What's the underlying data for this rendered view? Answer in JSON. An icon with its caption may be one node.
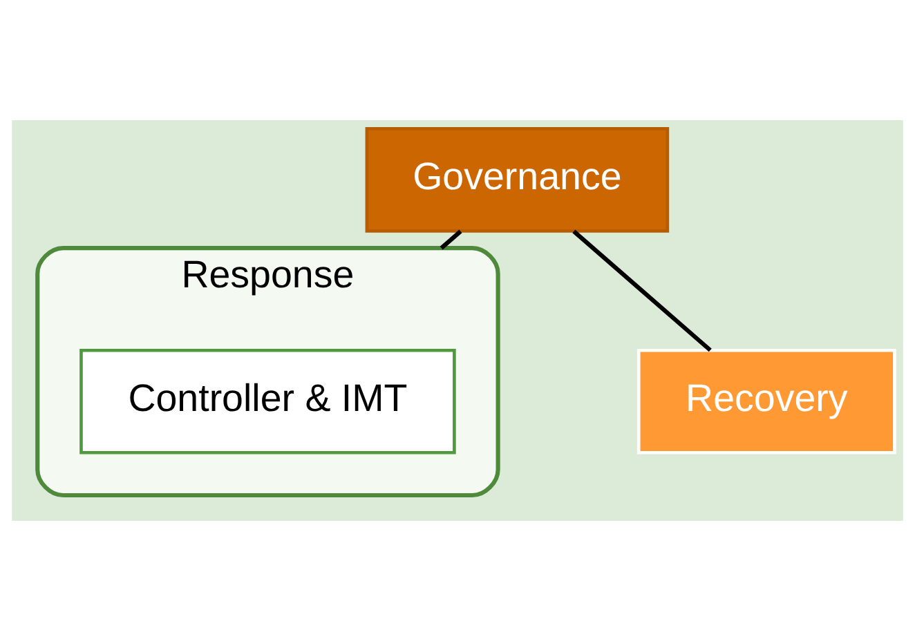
{
  "diagram": {
    "nodes": [
      {
        "text": [
          "Governance"
        ]
      },
      {
        "text": [
          "Response"
        ]
      },
      {
        "text": [
          "Controller & IMT"
        ],
        "in": 1
      },
      {
        "text": [
          "Recovery"
        ]
      }
    ],
    "edges": [
      {
        "from": 0,
        "to": 1,
        "arrow": "none"
      },
      {
        "from": 0,
        "to": 3,
        "arrow": "none"
      }
    ]
  }
}
